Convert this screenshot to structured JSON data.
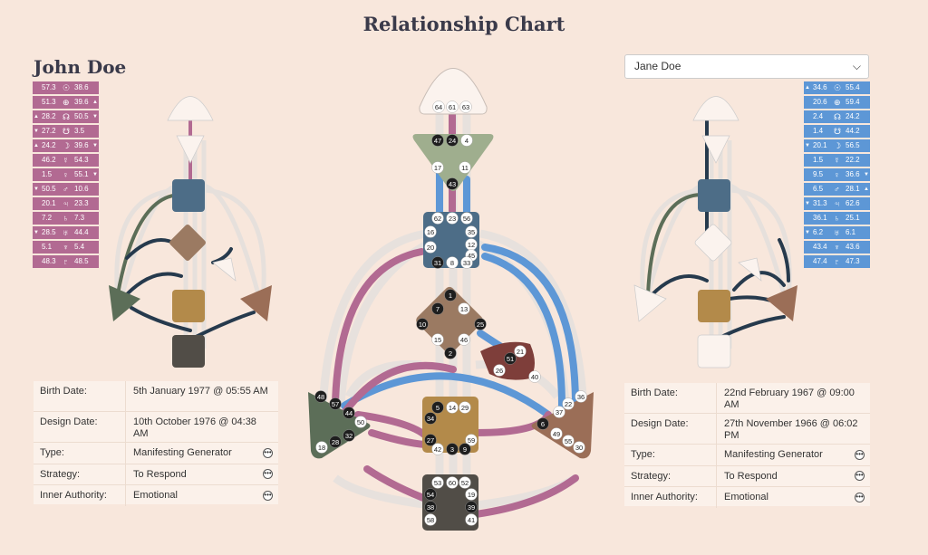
{
  "page": {
    "title": "Relationship Chart"
  },
  "person_left": {
    "name": "John Doe",
    "planets": [
      {
        "a1": "",
        "v1": "57.3",
        "glyph": "☉",
        "v2": "38.6",
        "a2": ""
      },
      {
        "a1": "",
        "v1": "51.3",
        "glyph": "⊕",
        "v2": "39.6",
        "a2": "▲"
      },
      {
        "a1": "▲",
        "v1": "28.2",
        "glyph": "☊",
        "v2": "50.5",
        "a2": "▼"
      },
      {
        "a1": "▼",
        "v1": "27.2",
        "glyph": "☋",
        "v2": "3.5",
        "a2": ""
      },
      {
        "a1": "▲",
        "v1": "24.2",
        "glyph": "☽",
        "v2": "39.6",
        "a2": "▼"
      },
      {
        "a1": "",
        "v1": "46.2",
        "glyph": "☿",
        "v2": "54.3",
        "a2": ""
      },
      {
        "a1": "",
        "v1": "1.5",
        "glyph": "♀",
        "v2": "55.1",
        "a2": "▼"
      },
      {
        "a1": "▼",
        "v1": "50.5",
        "glyph": "♂",
        "v2": "10.6",
        "a2": ""
      },
      {
        "a1": "",
        "v1": "20.1",
        "glyph": "♃",
        "v2": "23.3",
        "a2": ""
      },
      {
        "a1": "",
        "v1": "7.2",
        "glyph": "♄",
        "v2": "7.3",
        "a2": ""
      },
      {
        "a1": "▼",
        "v1": "28.5",
        "glyph": "♅",
        "v2": "44.4",
        "a2": ""
      },
      {
        "a1": "",
        "v1": "5.1",
        "glyph": "♆",
        "v2": "5.4",
        "a2": ""
      },
      {
        "a1": "",
        "v1": "48.3",
        "glyph": "♇",
        "v2": "48.5",
        "a2": ""
      }
    ],
    "info": {
      "birth_label": "Birth Date:",
      "birth_value": "5th January 1977 @ 05:55 AM",
      "design_label": "Design Date:",
      "design_value": "10th October 1976 @ 04:38 AM",
      "type_label": "Type:",
      "type_value": "Manifesting Generator",
      "strategy_label": "Strategy:",
      "strategy_value": "To Respond",
      "authority_label": "Inner Authority:",
      "authority_value": "Emotional"
    }
  },
  "person_right": {
    "select_value": "Jane Doe",
    "planets": [
      {
        "a1": "▲",
        "v1": "34.6",
        "glyph": "☉",
        "v2": "55.4",
        "a2": ""
      },
      {
        "a1": "",
        "v1": "20.6",
        "glyph": "⊕",
        "v2": "59.4",
        "a2": ""
      },
      {
        "a1": "",
        "v1": "2.4",
        "glyph": "☊",
        "v2": "24.2",
        "a2": ""
      },
      {
        "a1": "",
        "v1": "1.4",
        "glyph": "☋",
        "v2": "44.2",
        "a2": ""
      },
      {
        "a1": "▼",
        "v1": "20.1",
        "glyph": "☽",
        "v2": "56.5",
        "a2": ""
      },
      {
        "a1": "",
        "v1": "1.5",
        "glyph": "☿",
        "v2": "22.2",
        "a2": ""
      },
      {
        "a1": "",
        "v1": "9.5",
        "glyph": "♀",
        "v2": "36.6",
        "a2": "▼"
      },
      {
        "a1": "",
        "v1": "6.5",
        "glyph": "♂",
        "v2": "28.1",
        "a2": "▲"
      },
      {
        "a1": "▼",
        "v1": "31.3",
        "glyph": "♃",
        "v2": "62.6",
        "a2": ""
      },
      {
        "a1": "",
        "v1": "36.1",
        "glyph": "♄",
        "v2": "25.1",
        "a2": ""
      },
      {
        "a1": "▼",
        "v1": "6.2",
        "glyph": "♅",
        "v2": "6.1",
        "a2": ""
      },
      {
        "a1": "",
        "v1": "43.4",
        "glyph": "♆",
        "v2": "43.6",
        "a2": ""
      },
      {
        "a1": "",
        "v1": "47.4",
        "glyph": "♇",
        "v2": "47.3",
        "a2": ""
      }
    ],
    "info": {
      "birth_label": "Birth Date:",
      "birth_value": "22nd February 1967 @ 09:00 AM",
      "design_label": "Design Date:",
      "design_value": "27th November 1966 @ 06:02 PM",
      "type_label": "Type:",
      "type_value": "Manifesting Generator",
      "strategy_label": "Strategy:",
      "strategy_value": "To Respond",
      "authority_label": "Inner Authority:",
      "authority_value": "Emotional"
    }
  },
  "main_chart": {
    "gates": {
      "head": [
        "64",
        "61",
        "63"
      ],
      "ajna": [
        "47",
        "24",
        "4",
        "17",
        "11",
        "43"
      ],
      "throat": [
        "62",
        "23",
        "56",
        "16",
        "35",
        "20",
        "12",
        "45",
        "31",
        "8",
        "33"
      ],
      "g": [
        "1",
        "7",
        "13",
        "10",
        "25",
        "15",
        "46",
        "2"
      ],
      "ego": [
        "21",
        "51",
        "26",
        "40"
      ],
      "sacral": [
        "5",
        "14",
        "29",
        "34",
        "27",
        "59",
        "42",
        "3",
        "9"
      ],
      "spleen": [
        "48",
        "57",
        "44",
        "50",
        "32",
        "28",
        "18"
      ],
      "solar": [
        "36",
        "22",
        "37",
        "6",
        "49",
        "55",
        "30"
      ],
      "root": [
        "53",
        "60",
        "52",
        "54",
        "19",
        "38",
        "39",
        "58",
        "41"
      ]
    }
  },
  "colors": {
    "background": "#f8e7dc",
    "design": "#b26a92",
    "personality": "#5d97d6",
    "head_center": "#fbf3ee",
    "ajna_center": "#9fae8e",
    "throat_center": "#4d6d87",
    "g_center": "#9b7a62",
    "ego_center": "#7e3e3a",
    "sacral_center": "#b38a4a",
    "spleen_center": "#5c6e58",
    "solar_center": "#9b6e57",
    "root_center": "#514d47"
  },
  "icons": {
    "more": "more-horizontal-icon",
    "dropdown": "chevron-down-icon"
  }
}
